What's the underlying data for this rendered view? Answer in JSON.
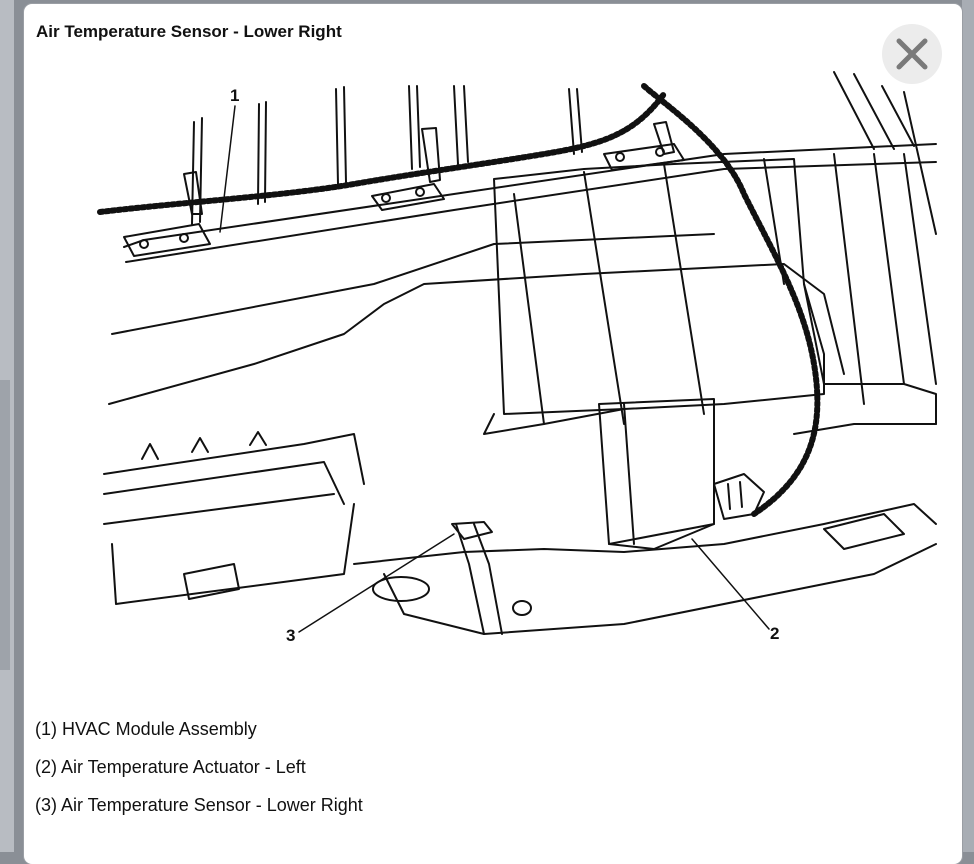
{
  "dialog": {
    "title": "Air Temperature Sensor - Lower Right",
    "close_icon": "close-icon"
  },
  "figure": {
    "callouts": [
      "1",
      "2",
      "3"
    ]
  },
  "legend": {
    "items": [
      "(1) HVAC Module Assembly",
      "(2) Air Temperature Actuator - Left",
      "(3) Air Temperature Sensor - Lower Right"
    ]
  }
}
